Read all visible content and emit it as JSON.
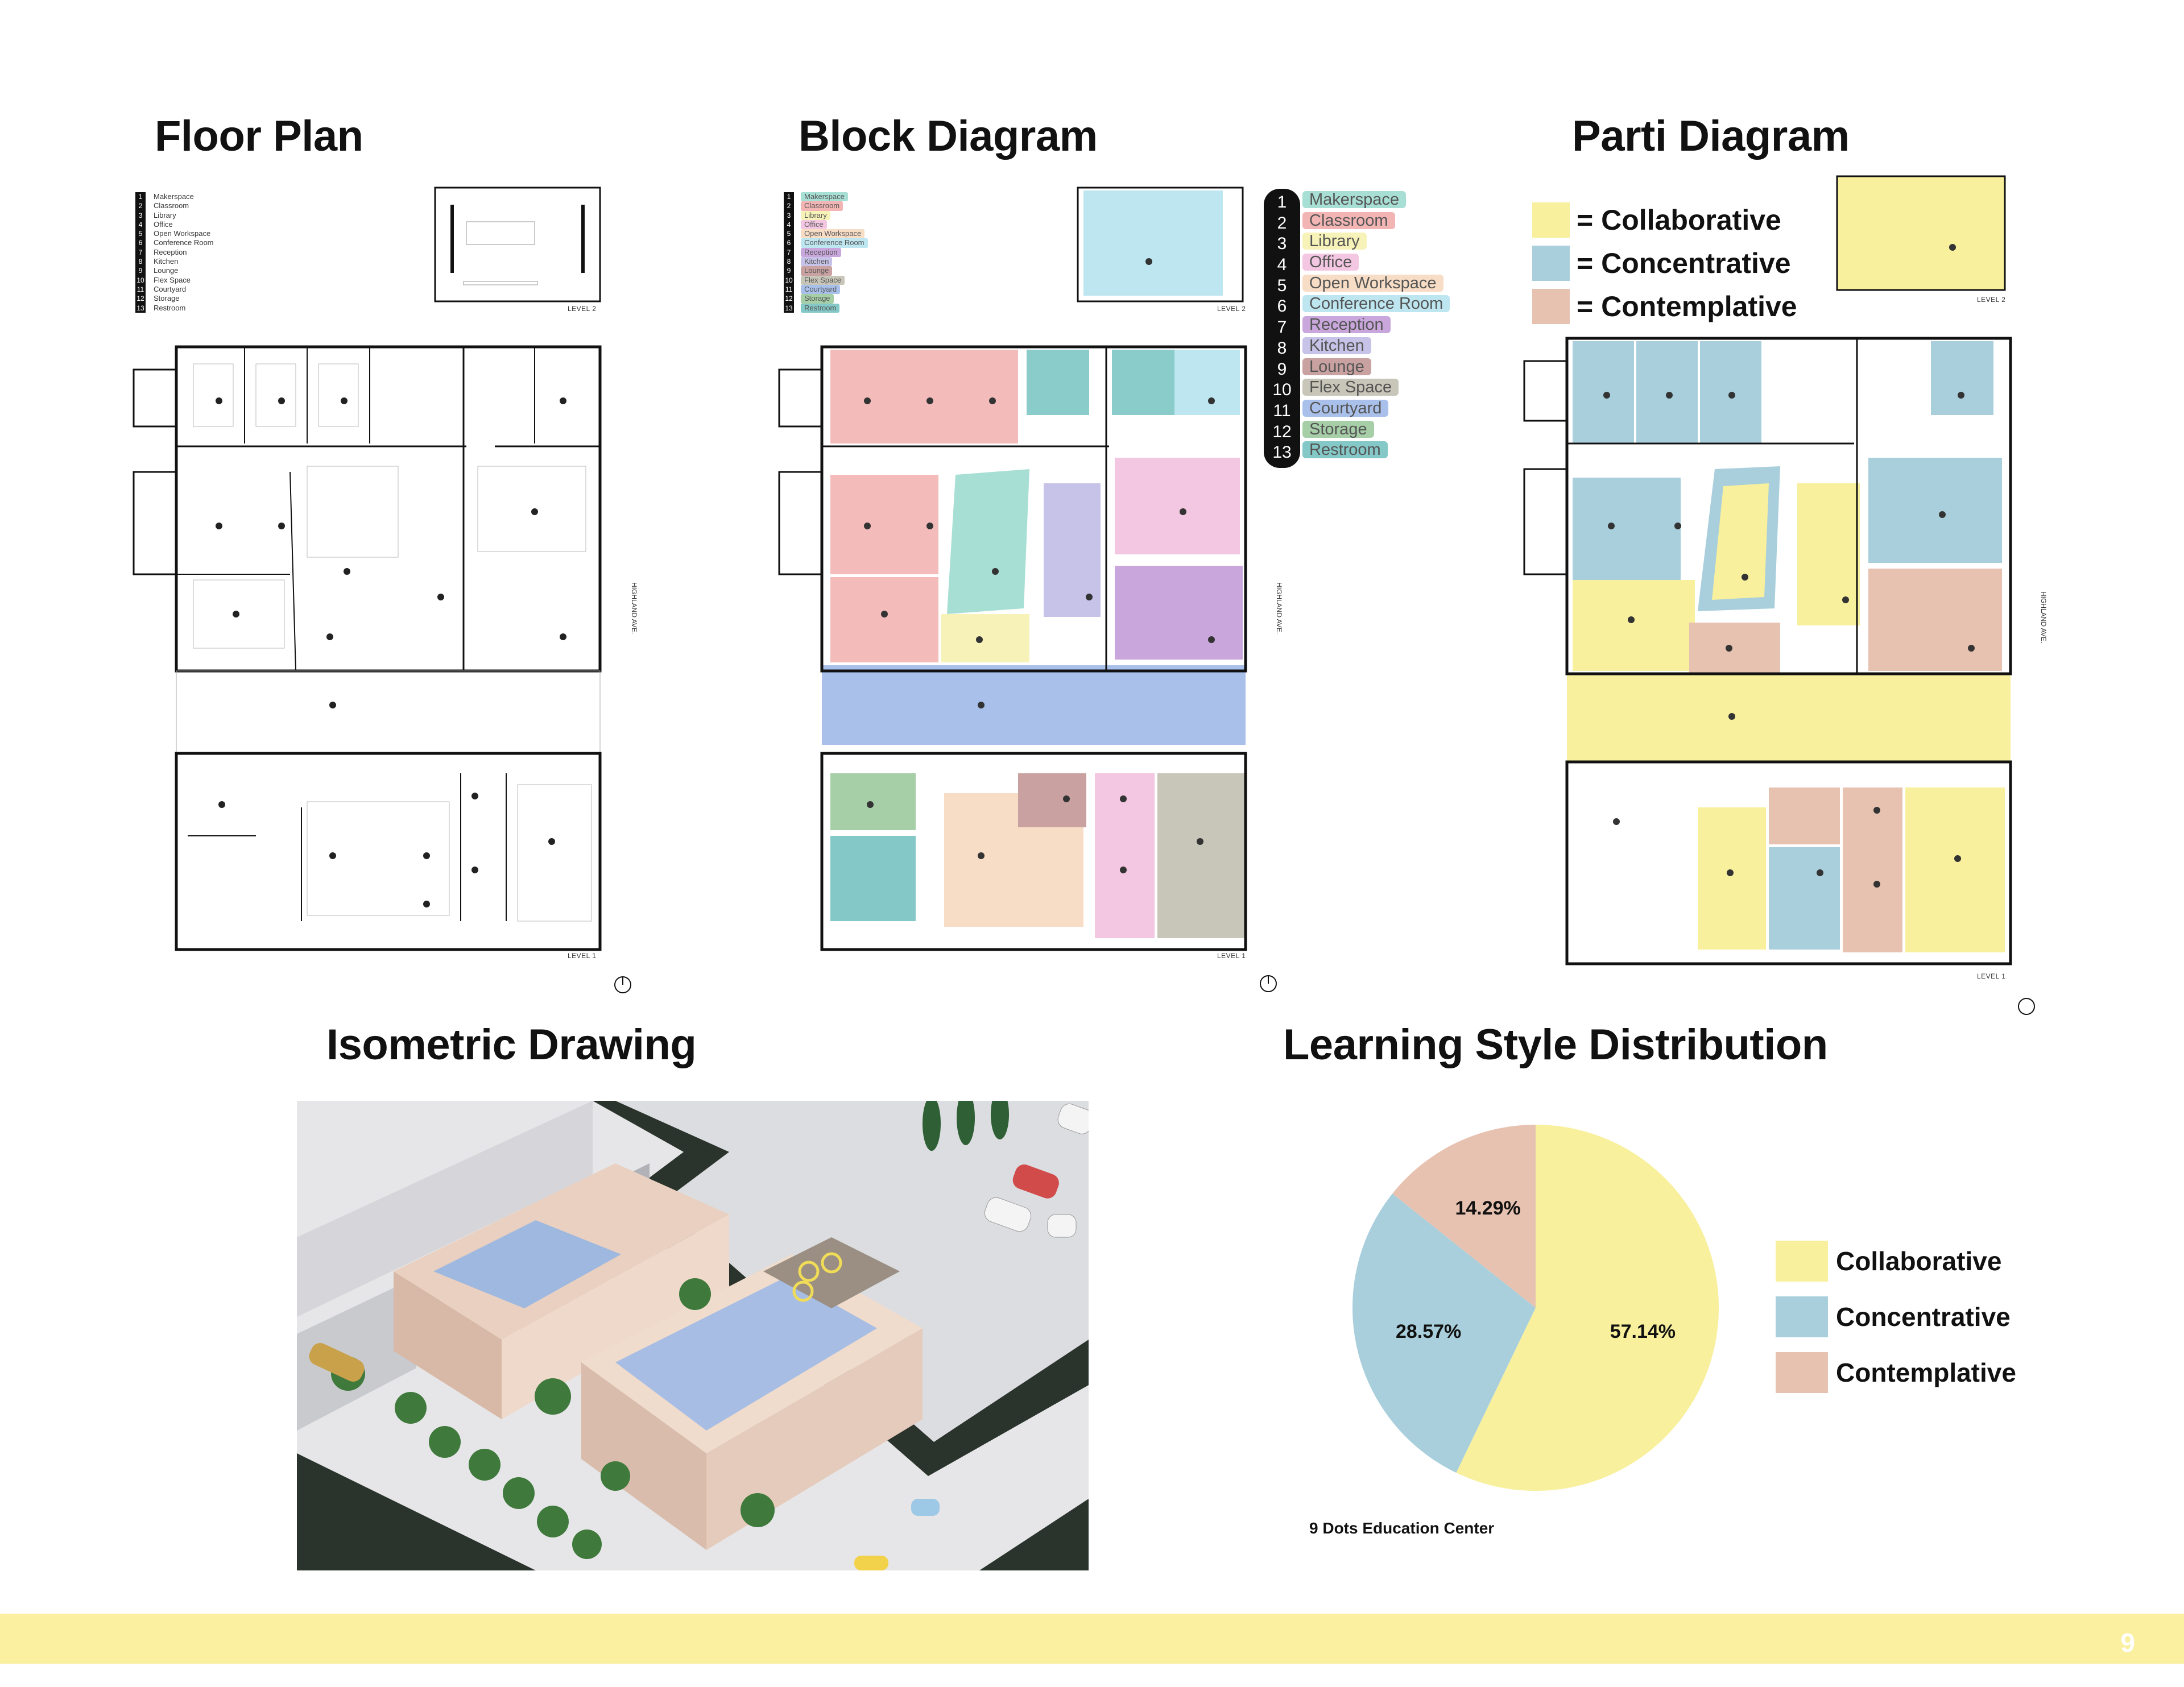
{
  "titles": {
    "floor_plan": "Floor Plan",
    "block_diagram": "Block Diagram",
    "parti_diagram": "Parti Diagram",
    "isometric": "Isometric Drawing",
    "distribution": "Learning Style Distribution"
  },
  "legend": [
    {
      "num": "1",
      "label": "Makerspace",
      "color": "#a8dfd4"
    },
    {
      "num": "2",
      "label": "Classroom",
      "color": "#f3b4b4"
    },
    {
      "num": "3",
      "label": "Library",
      "color": "#f7f2b8"
    },
    {
      "num": "4",
      "label": "Office",
      "color": "#f3c6e2"
    },
    {
      "num": "5",
      "label": "Open Workspace",
      "color": "#f7dcc6"
    },
    {
      "num": "6",
      "label": "Conference Room",
      "color": "#bde6f0"
    },
    {
      "num": "7",
      "label": "Reception",
      "color": "#c9a7dc"
    },
    {
      "num": "8",
      "label": "Kitchen",
      "color": "#c6c2e8"
    },
    {
      "num": "9",
      "label": "Lounge",
      "color": "#c9a1a1"
    },
    {
      "num": "10",
      "label": "Flex Space",
      "color": "#c8c6b8"
    },
    {
      "num": "11",
      "label": "Courtyard",
      "color": "#a9c1ea"
    },
    {
      "num": "12",
      "label": "Storage",
      "color": "#a6cfa8"
    },
    {
      "num": "13",
      "label": "Restroom",
      "color": "#84c9c7"
    }
  ],
  "plan_labels": {
    "level1": "LEVEL 1",
    "level2": "LEVEL 2",
    "street": "HIGHLAND AVE."
  },
  "parti_key": [
    {
      "label": "= Collaborative",
      "color": "#f8f09d"
    },
    {
      "label": "= Concentrative",
      "color": "#a9cfdc"
    },
    {
      "label": "= Contemplative",
      "color": "#e8c2b1"
    }
  ],
  "chart_data": {
    "type": "pie",
    "slices": [
      {
        "label": "Collaborative",
        "value": 57.14,
        "display": "57.14%",
        "color": "#f8f09d"
      },
      {
        "label": "Concentrative",
        "value": 28.57,
        "display": "28.57%",
        "color": "#a9cfdc"
      },
      {
        "label": "Contemplative",
        "value": 14.29,
        "display": "14.29%",
        "color": "#e8c2b1"
      }
    ],
    "start_angle_deg": 0,
    "direction": "clockwise",
    "legend_position": "right",
    "caption": "9 Dots Education Center"
  },
  "footer": {
    "page_number": "9",
    "color": "#faf0a0"
  }
}
